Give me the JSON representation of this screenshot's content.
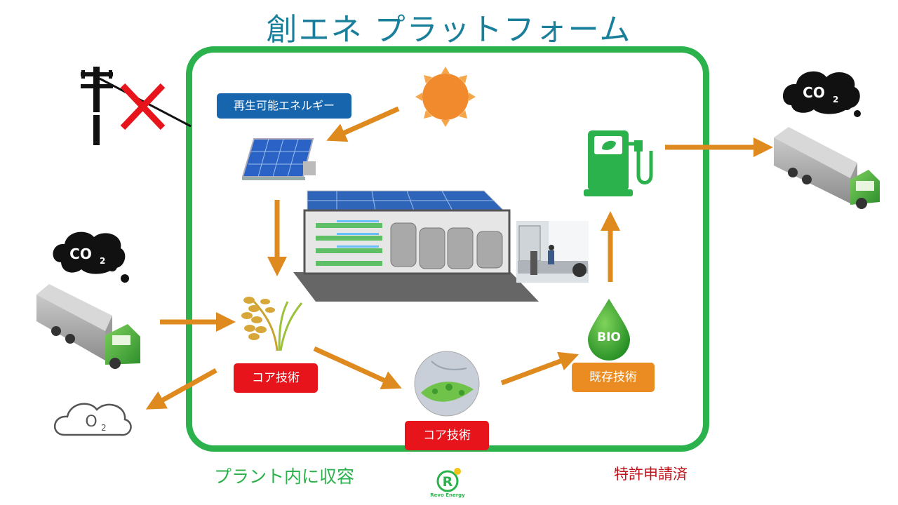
{
  "title": "創エネ プラットフォーム",
  "labels": {
    "renewable": "再生可能エネルギー",
    "core_tech_1": "コア技術",
    "core_tech_2": "コア技術",
    "existing_tech": "既存技術"
  },
  "captions": {
    "in_plant": "プラント内に収容",
    "patent": "特許申請済"
  },
  "icons": {
    "co2_top": {
      "main": "CO",
      "sub": "2"
    },
    "co2_left": {
      "main": "CO",
      "sub": "2"
    },
    "o2": {
      "main": "O",
      "sub": "2"
    },
    "bio": "BIO"
  },
  "logo": {
    "letter": "R",
    "name": "Revo Energy"
  },
  "colors": {
    "frame": "#2bb24c",
    "title": "#1a7f9a",
    "arrow": "#de8a1f",
    "blue_label": "#1665ad",
    "red_label": "#e8141c",
    "orange_label": "#ea8c22"
  }
}
